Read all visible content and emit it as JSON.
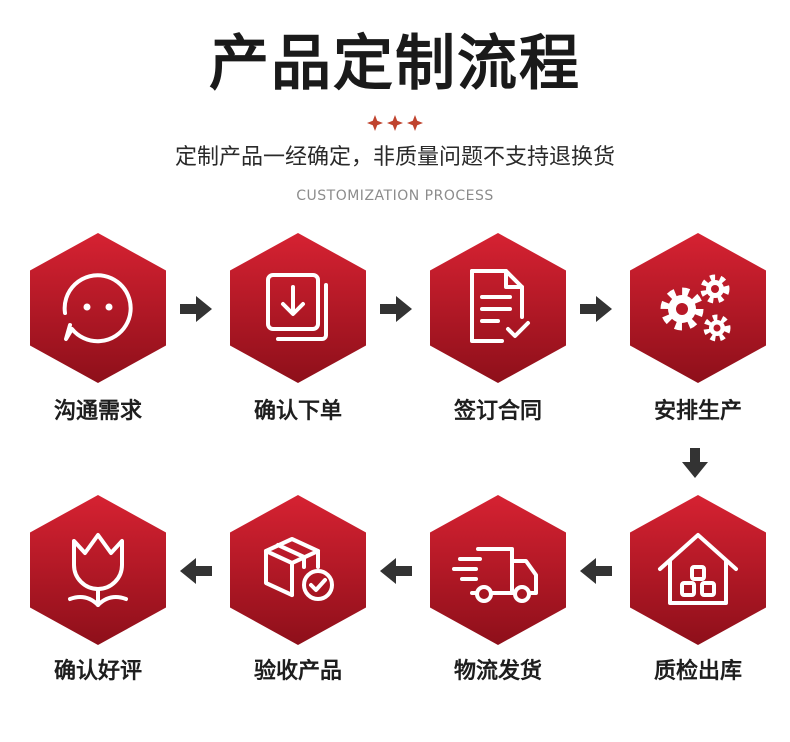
{
  "header": {
    "title": "产品定制流程",
    "subtitle": "定制产品一经确定，非质量问题不支持退换货",
    "english": "CUSTOMIZATION PROCESS"
  },
  "steps": [
    {
      "label": "沟通需求",
      "icon": "chat-face-icon"
    },
    {
      "label": "确认下单",
      "icon": "download-document-icon"
    },
    {
      "label": "签订合同",
      "icon": "contract-check-icon"
    },
    {
      "label": "安排生产",
      "icon": "gears-icon"
    },
    {
      "label": "质检出库",
      "icon": "warehouse-icon"
    },
    {
      "label": "物流发货",
      "icon": "delivery-truck-icon"
    },
    {
      "label": "验收产品",
      "icon": "box-check-icon"
    },
    {
      "label": "确认好评",
      "icon": "flower-icon"
    }
  ],
  "colors": {
    "accent": "#d0202d",
    "accent_dark": "#8e0f1a",
    "arrow": "#333333",
    "stars": "#c0432e"
  }
}
